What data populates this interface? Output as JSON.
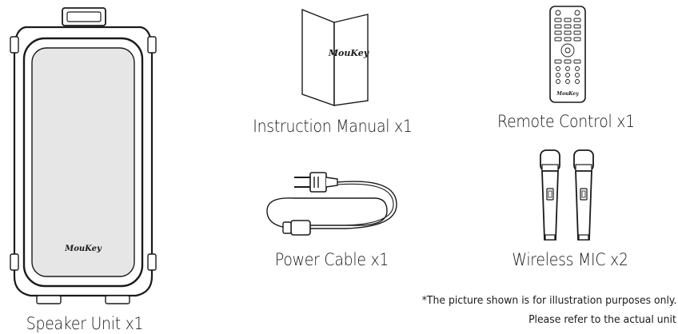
{
  "items": {
    "speaker": {
      "label": "Speaker Unit x1",
      "logo": "MouKey",
      "icon": "speaker-icon"
    },
    "manual": {
      "label": "Instruction Manual x1",
      "logo": "MouKey",
      "icon": "booklet-icon"
    },
    "remote": {
      "label": "Remote Control x1",
      "logo": "MouKey",
      "icon": "remote-control-icon"
    },
    "cable": {
      "label": "Power Cable x1",
      "icon": "power-cable-icon"
    },
    "mic": {
      "label": "Wireless MIC x2",
      "icon": "microphone-icon"
    }
  },
  "disclaimer": {
    "line1": "*The picture shown is for illustration purposes only.",
    "line2": "Please refer to the actual unit"
  },
  "colors": {
    "ink": "#1a1a1a",
    "grille": "#e6e6e6",
    "background": "#ffffff"
  }
}
